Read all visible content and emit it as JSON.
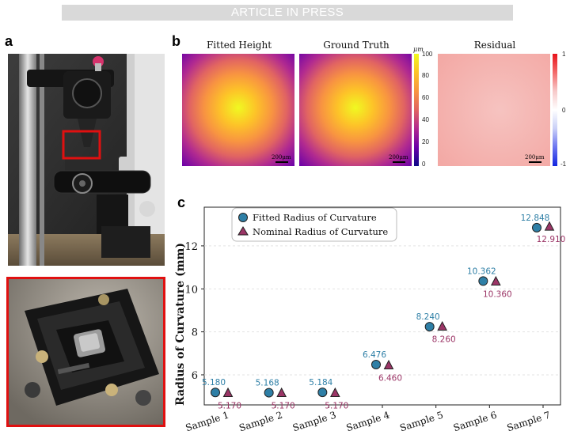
{
  "banner": "ARTICLE IN PRESS",
  "panels": {
    "a": "a",
    "b": "b",
    "c": "c"
  },
  "heatmaps": {
    "fitted_title": "Fitted Height",
    "truth_title": "Ground Truth",
    "residual_title": "Residual",
    "scale_label": "200μm",
    "height_colorbar": {
      "unit": "μm",
      "ticks": [
        "100",
        "80",
        "60",
        "40",
        "20",
        "0"
      ]
    },
    "residual_colorbar": {
      "ticks": [
        "1",
        "0",
        "-1"
      ]
    },
    "colors": {
      "plasma_top": "#f0f921",
      "plasma_bottom": "#0d0887",
      "residual_fill": "#f4b0ad"
    }
  },
  "chart_data": {
    "type": "scatter",
    "xlabel": "",
    "ylabel": "Radius of Curvature (mm)",
    "ylim": [
      4.6,
      13.8
    ],
    "yticks": [
      6,
      8,
      10,
      12
    ],
    "grid": true,
    "legend_position": "top-left",
    "categories": [
      "Sample 1",
      "Sample 2",
      "Sample 3",
      "Sample 4",
      "Sample 5",
      "Sample 6",
      "Sample 7"
    ],
    "series": [
      {
        "name": "Fitted Radius of Curvature",
        "marker": "circle",
        "color": "#2e7fa6",
        "values": [
          5.18,
          5.168,
          5.184,
          6.476,
          8.24,
          10.362,
          12.848
        ],
        "labels": [
          "5.180",
          "5.168",
          "5.184",
          "6.476",
          "8.240",
          "10.362",
          "12.848"
        ]
      },
      {
        "name": "Nominal Radius of Curvature",
        "marker": "triangle",
        "color": "#9b3566",
        "values": [
          5.17,
          5.17,
          5.17,
          6.46,
          8.26,
          10.36,
          12.91
        ],
        "labels": [
          "5.170",
          "5.170",
          "5.170",
          "6.460",
          "8.260",
          "10.360",
          "12.910"
        ]
      }
    ]
  }
}
